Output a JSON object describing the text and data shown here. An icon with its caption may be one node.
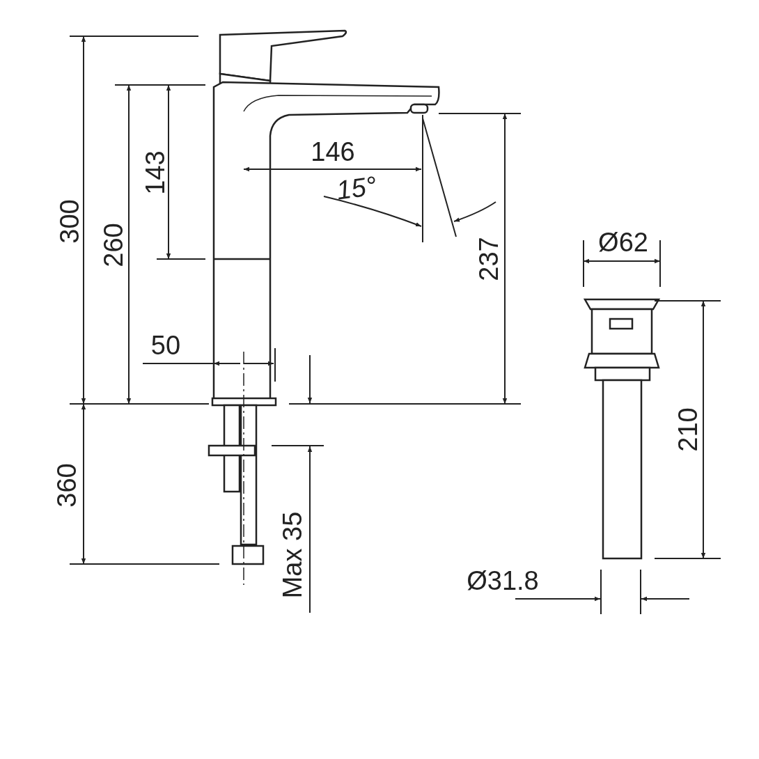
{
  "diagram": {
    "labels": [
      "300",
      "260",
      "143",
      "146",
      "15°",
      "237",
      "50",
      "360",
      "Max 35",
      "Ø62",
      "210",
      "Ø31.8"
    ]
  }
}
